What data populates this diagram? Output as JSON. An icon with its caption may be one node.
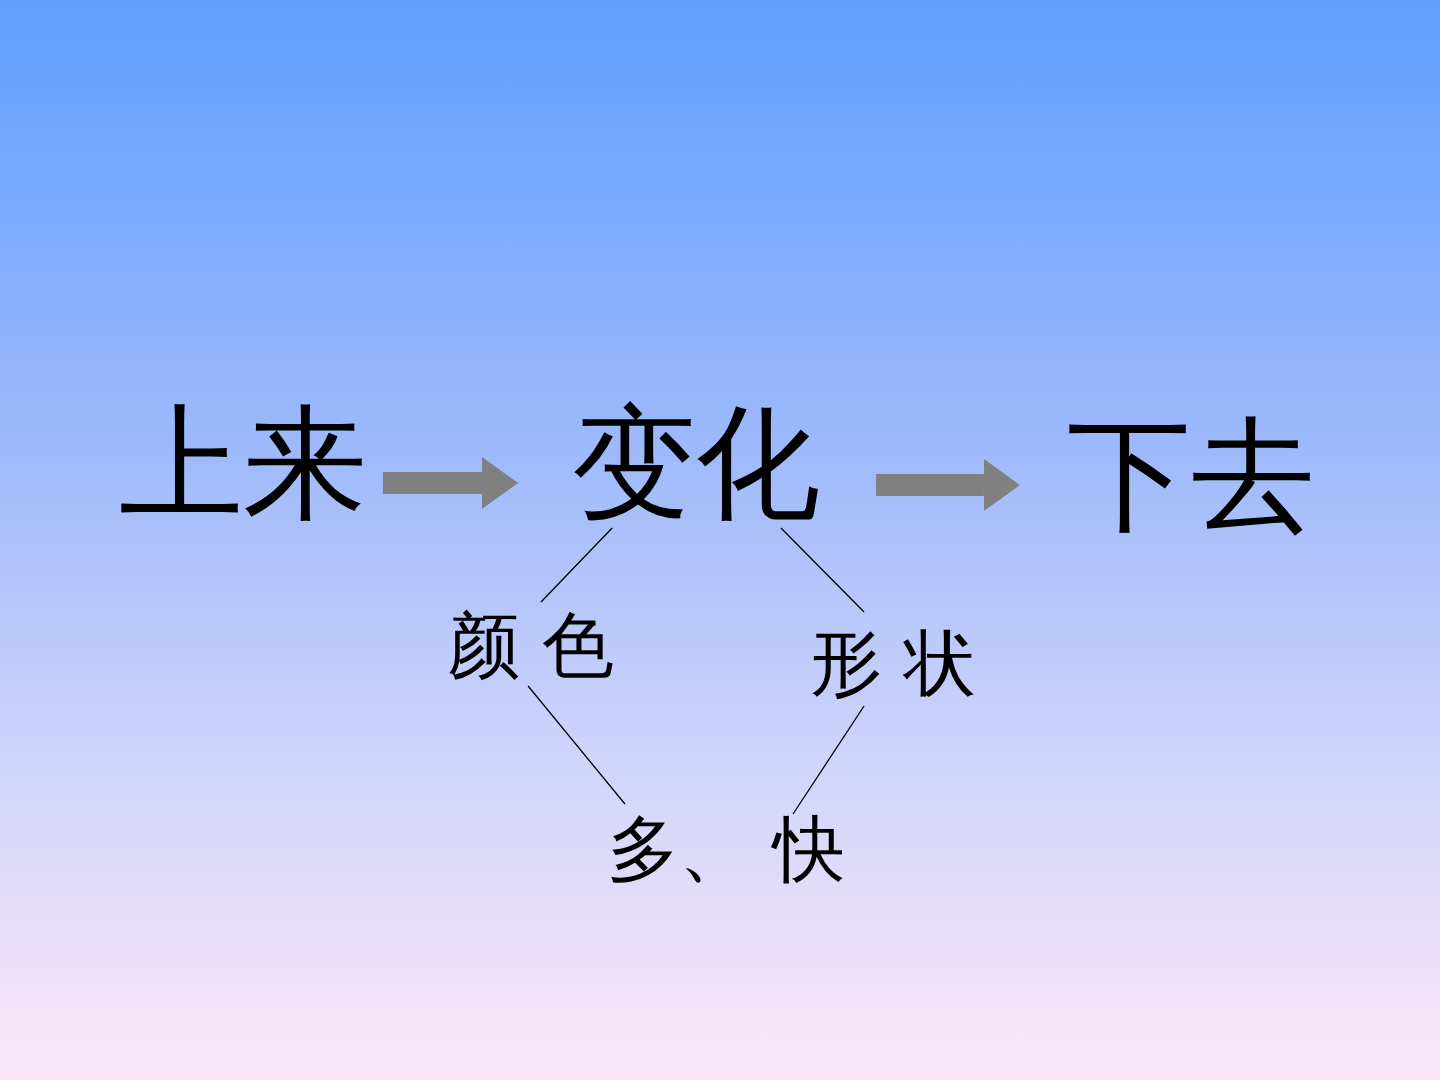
{
  "diagram": {
    "nodes": [
      {
        "text": [
          "上来"
        ]
      },
      {
        "text": [
          "变化"
        ]
      },
      {
        "text": [
          "下去"
        ]
      },
      {
        "text": [
          "颜 色"
        ]
      },
      {
        "text": [
          "形 状"
        ]
      },
      {
        "text": [
          "多、 快"
        ]
      }
    ],
    "edges": [
      {
        "from": 0,
        "to": 1,
        "arrow": "to",
        "style": "thick",
        "color": "#808080"
      },
      {
        "from": 1,
        "to": 2,
        "arrow": "to",
        "style": "thick",
        "color": "#808080"
      },
      {
        "from": 1,
        "to": 3,
        "arrow": "none"
      },
      {
        "from": 1,
        "to": 4,
        "arrow": "none"
      },
      {
        "from": 3,
        "to": 5,
        "arrow": "none"
      },
      {
        "from": 4,
        "to": 5,
        "arrow": "none"
      }
    ]
  }
}
